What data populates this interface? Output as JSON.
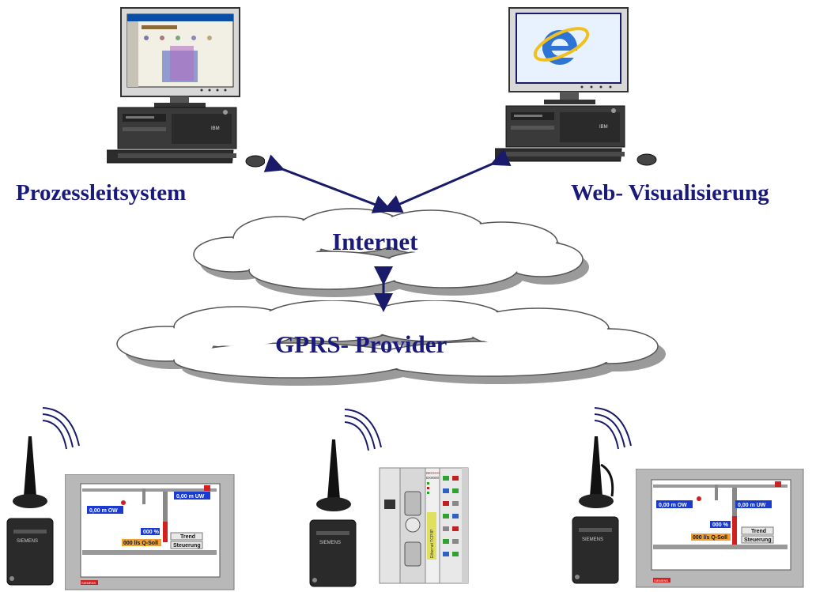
{
  "labels": {
    "left_station": "Prozessleitsystem",
    "right_station": "Web- Visualisierung",
    "cloud_internet": "Internet",
    "cloud_gprs": "GPRS- Provider"
  },
  "left_pc": {
    "brand": "IBM",
    "screen_title": "Internetseite"
  },
  "right_pc": {
    "brand": "IBM",
    "browser_logo": "e"
  },
  "hmi_left": {
    "ow_value": "0,00 m OW",
    "uw_value": "0,00 m UW",
    "percent": "000 %",
    "q_soll": "000 l/s Q-Soll",
    "trend_button": "Trend",
    "control_button": "Steuerung",
    "brand": "SIEMENS",
    "modem_brand": "SIEMENS"
  },
  "hmi_right": {
    "ow_value": "0,00 m OW",
    "uw_value": "0,00 m UW",
    "percent": "000 %",
    "q_soll": "000 l/s Q-Soll",
    "trend_button": "Trend",
    "control_button": "Steuerung",
    "brand": "SIEMENS",
    "modem_brand": "SIEMENS"
  },
  "plc": {
    "brand": "BECKHOFF",
    "model": "BX9000",
    "side_label": "Ethernet TCP/IP",
    "modem_brand": "SIEMENS"
  },
  "colors": {
    "text": "#1a1a7a",
    "arrow": "#1a1a6a",
    "cloud_shadow": "#9a9a9a",
    "value_box": "#1a3ad0",
    "qsoll_box": "#f0a030"
  }
}
